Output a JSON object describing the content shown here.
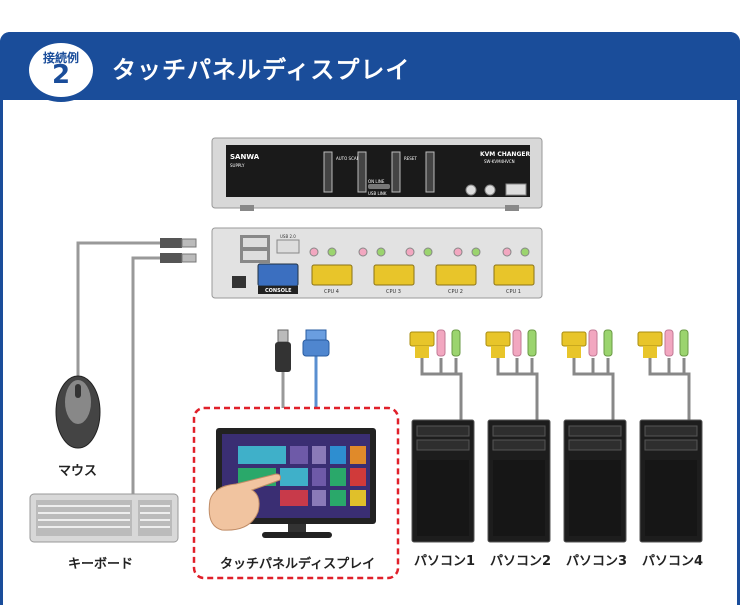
{
  "header": {
    "badge_label": "接続例",
    "badge_number": "2",
    "title": "タッチパネルディスプレイ"
  },
  "kvm_front": {
    "brand": "SANWA",
    "brand_sub": "SUPPLY",
    "model_title": "KVM CHANGER",
    "model_number": "SW-KVM4HVCN",
    "auto_scan": "AUTO SCAN",
    "reset": "RESET",
    "online": "ON LINE",
    "usb_link": "USB LINK"
  },
  "kvm_rear": {
    "console_label": "CONSOLE",
    "usb_label": "USB 2.0",
    "ports": [
      "CPU 4",
      "CPU 3",
      "CPU 2",
      "CPU 1"
    ]
  },
  "devices": {
    "mouse": "マウス",
    "keyboard": "キーボード",
    "display": "タッチパネルディスプレイ",
    "pcs": [
      "パソコン1",
      "パソコン2",
      "パソコン3",
      "パソコン4"
    ]
  },
  "colors": {
    "header_blue": "#1a4d9a",
    "dash_red": "#e0202a",
    "cable_gray": "#999999",
    "vga_yellow": "#e8c52a",
    "audio_pink": "#f2a7c0",
    "audio_green": "#9bd46e"
  }
}
